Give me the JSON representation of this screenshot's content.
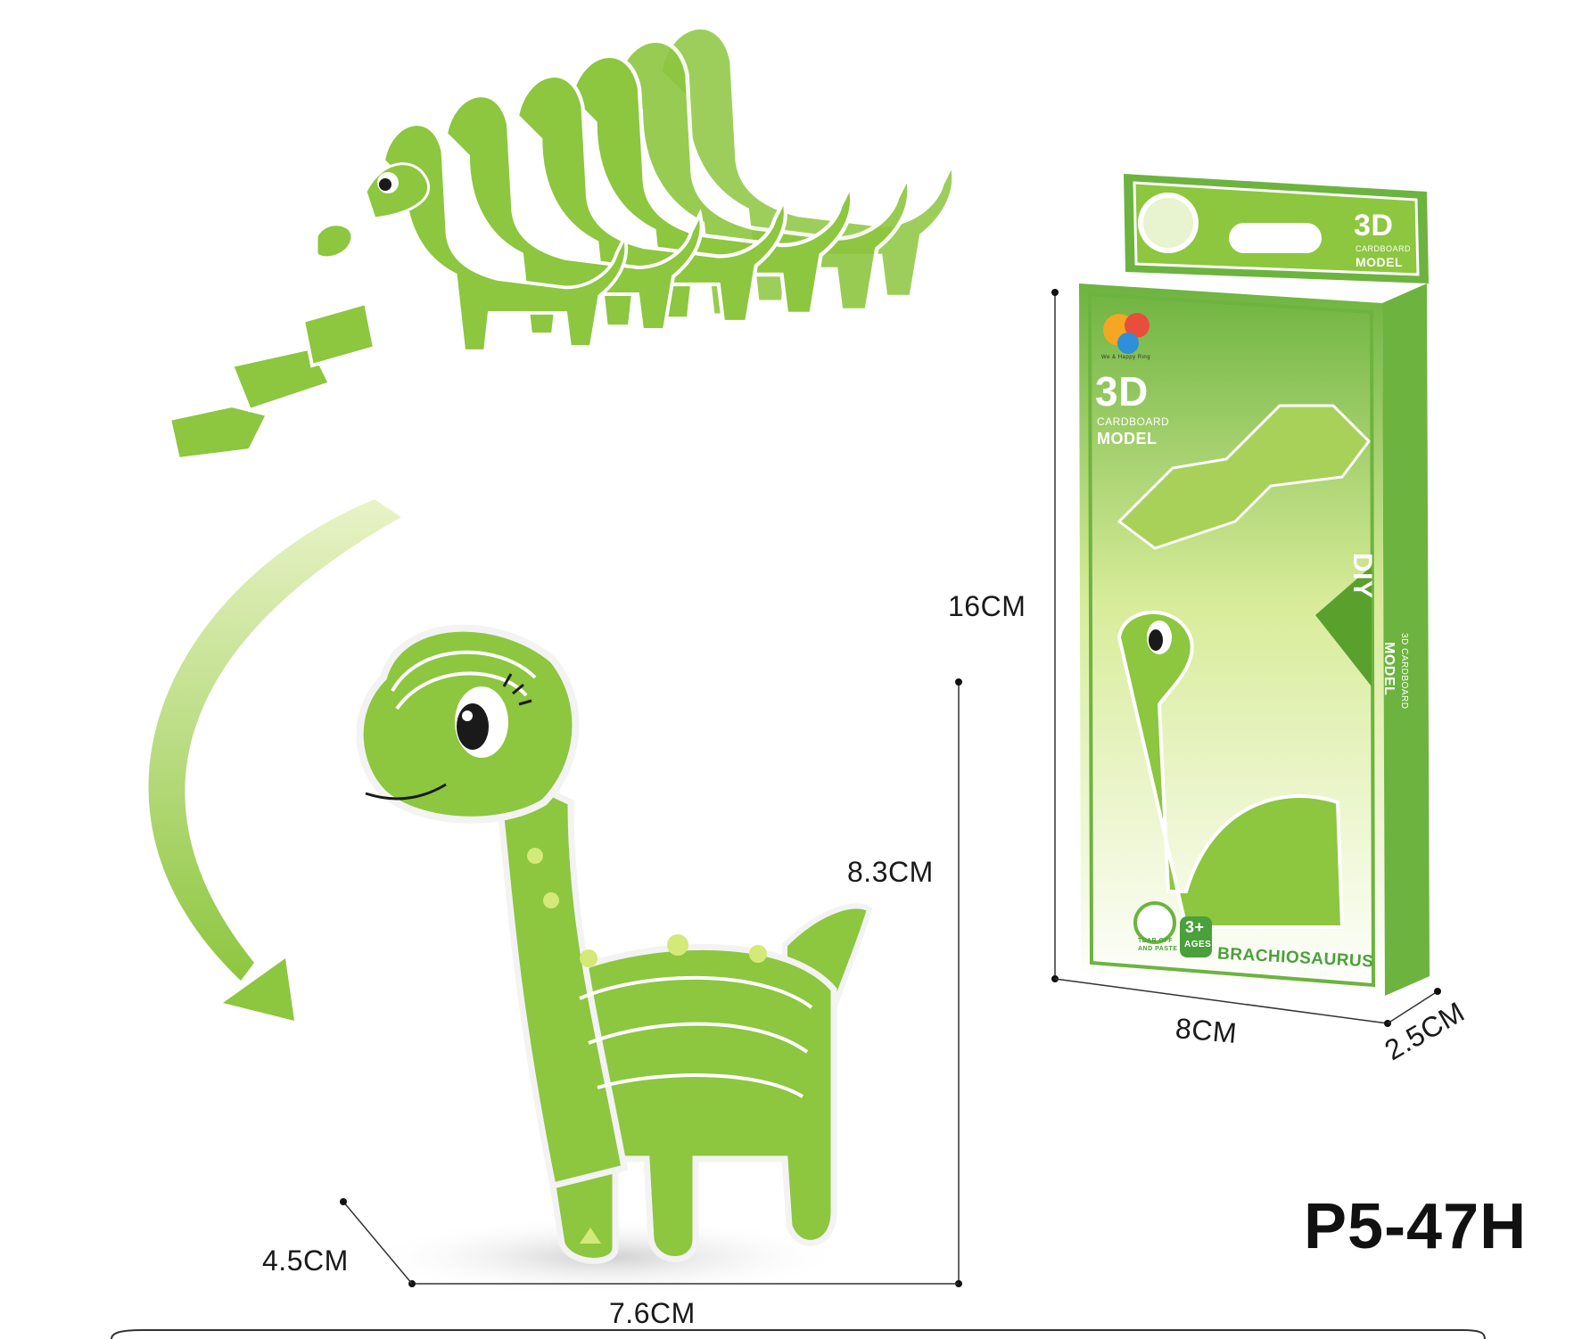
{
  "dimensions": {
    "model_height": "8.3CM",
    "model_width": "7.6CM",
    "model_depth": "4.5CM",
    "box_height": "16CM",
    "box_width": "8CM",
    "box_depth": "2.5CM"
  },
  "product_code": "P5-47H",
  "box": {
    "title_3d": "3D",
    "subtitle_line1": "CARDBOARD",
    "subtitle_line2": "MODEL",
    "side_title": "DIY",
    "side_subtitle_line1": "3D CARDBOARD",
    "side_subtitle_line2": "MODEL",
    "age_badge": "3+",
    "age_label": "AGES",
    "tear_label_line1": "TEAR OFF",
    "tear_label_line2": "AND PASTE",
    "name": "BRACHIOSAURUS",
    "brand_caption": "We & Happy Ring",
    "top_flap_3d": "3D",
    "top_flap_line1": "CARDBOARD",
    "top_flap_line2": "MODEL"
  },
  "colors": {
    "green": "#8dc63f",
    "light_green": "#c8e06a",
    "dark_green": "#5aa02c",
    "spot": "#d4e977"
  }
}
